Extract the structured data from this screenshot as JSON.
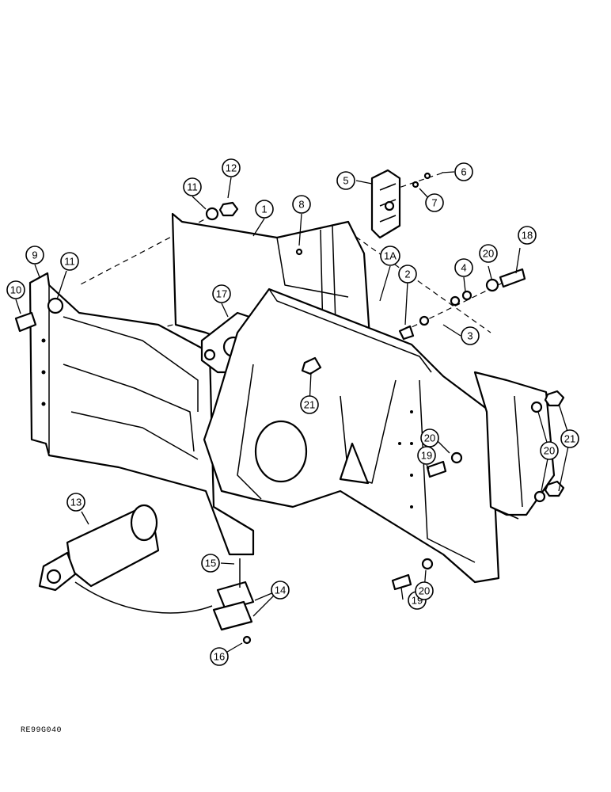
{
  "reference_code": "RE99G040",
  "callouts": [
    {
      "id": "c1",
      "label": "1"
    },
    {
      "id": "c1a",
      "label": "1A"
    },
    {
      "id": "c2",
      "label": "2"
    },
    {
      "id": "c3",
      "label": "3"
    },
    {
      "id": "c4",
      "label": "4"
    },
    {
      "id": "c5",
      "label": "5"
    },
    {
      "id": "c6",
      "label": "6"
    },
    {
      "id": "c7",
      "label": "7"
    },
    {
      "id": "c8",
      "label": "8"
    },
    {
      "id": "c9",
      "label": "9"
    },
    {
      "id": "c10",
      "label": "10"
    },
    {
      "id": "c11a",
      "label": "11"
    },
    {
      "id": "c11b",
      "label": "11"
    },
    {
      "id": "c12",
      "label": "12"
    },
    {
      "id": "c13",
      "label": "13"
    },
    {
      "id": "c14",
      "label": "14"
    },
    {
      "id": "c15",
      "label": "15"
    },
    {
      "id": "c16",
      "label": "16"
    },
    {
      "id": "c17",
      "label": "17"
    },
    {
      "id": "c18",
      "label": "18"
    },
    {
      "id": "c19a",
      "label": "19"
    },
    {
      "id": "c19b",
      "label": "19"
    },
    {
      "id": "c20a",
      "label": "20"
    },
    {
      "id": "c20b",
      "label": "20"
    },
    {
      "id": "c20c",
      "label": "20"
    },
    {
      "id": "c20d",
      "label": "20"
    },
    {
      "id": "c21a",
      "label": "21"
    },
    {
      "id": "c21b",
      "label": "21"
    }
  ]
}
